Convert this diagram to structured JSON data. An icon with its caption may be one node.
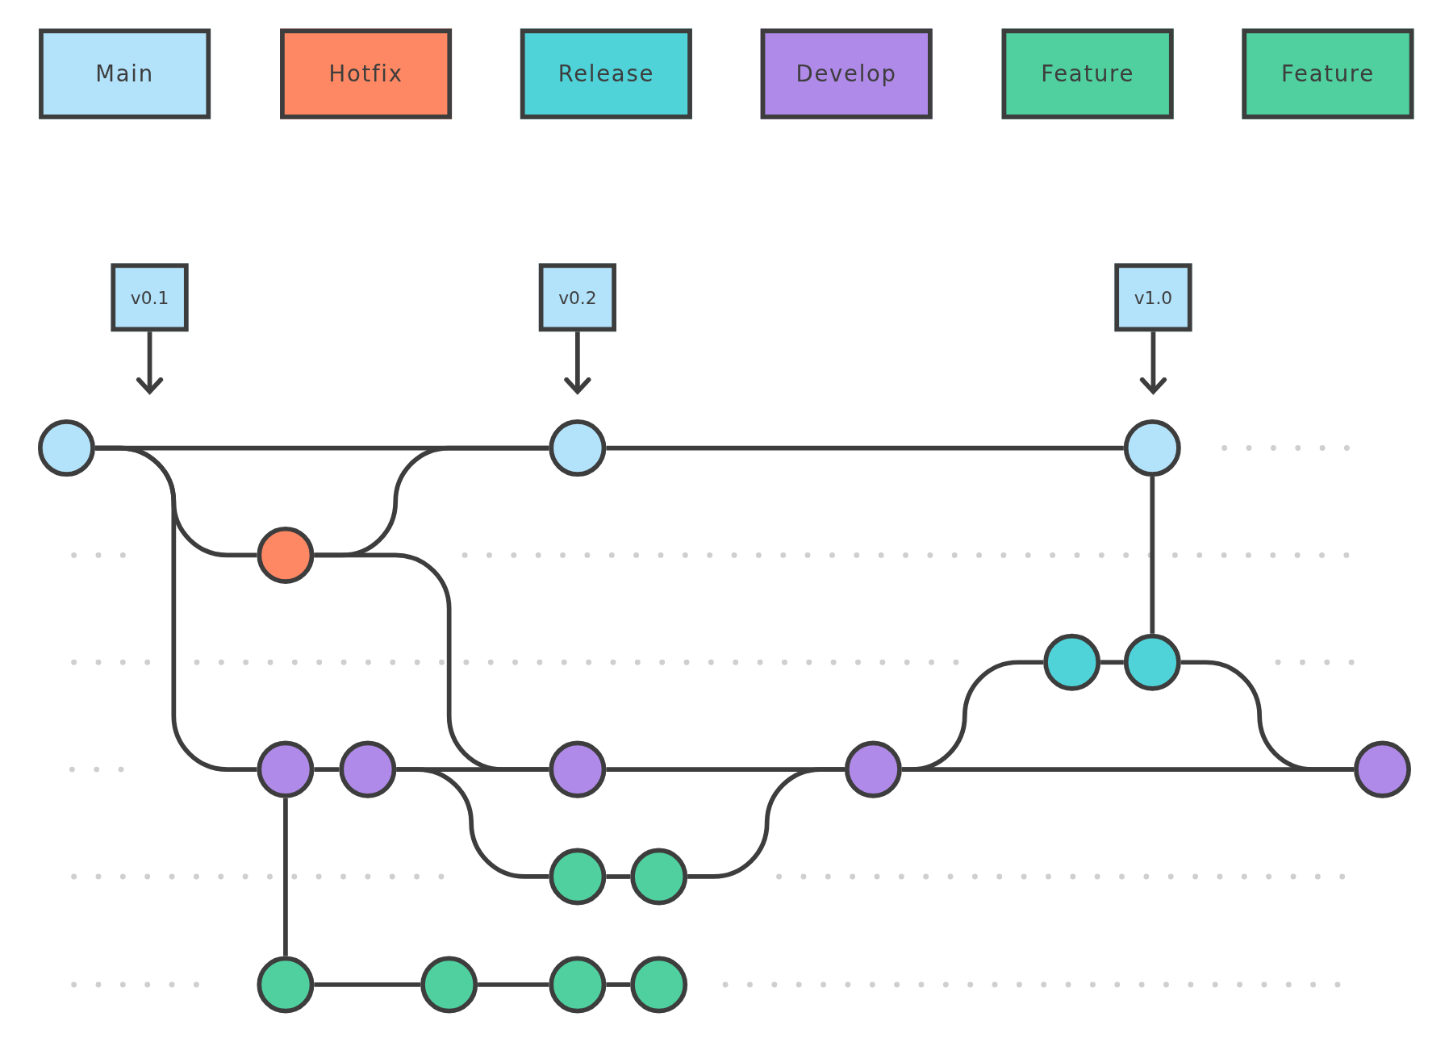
{
  "diagram": {
    "nodes": [
      {
        "text": [
          "v0.1"
        ]
      },
      {
        "text": [
          "v0.2"
        ]
      },
      {
        "text": [
          "v1.0"
        ]
      },
      {
        "text": [],
        "shape": "circle"
      },
      {
        "text": [],
        "shape": "circle"
      },
      {
        "text": [],
        "shape": "circle"
      },
      {
        "text": [],
        "shape": "circle"
      },
      {
        "text": [],
        "shape": "circle"
      },
      {
        "text": [],
        "shape": "circle"
      },
      {
        "text": [],
        "shape": "circle"
      },
      {
        "text": [],
        "shape": "circle"
      },
      {
        "text": [],
        "shape": "circle"
      },
      {
        "text": [],
        "shape": "circle"
      },
      {
        "text": [],
        "shape": "circle"
      },
      {
        "text": [],
        "shape": "circle"
      },
      {
        "text": [],
        "shape": "circle"
      },
      {
        "text": [],
        "shape": "circle"
      },
      {
        "text": [],
        "shape": "circle"
      },
      {
        "text": [],
        "shape": "circle"
      },
      {
        "text": [],
        "shape": "circle"
      }
    ],
    "edges": [
      {
        "from": 3,
        "to": 4,
        "arrow": "none"
      },
      {
        "from": 3,
        "to": 6,
        "arrow": "none"
      },
      {
        "from": 3,
        "to": 9,
        "arrow": "none"
      },
      {
        "from": 6,
        "to": 4,
        "arrow": "none"
      },
      {
        "from": 6,
        "to": 11,
        "arrow": "none"
      },
      {
        "from": 4,
        "to": 5,
        "arrow": "none"
      },
      {
        "from": 8,
        "to": 5,
        "arrow": "none"
      },
      {
        "from": 9,
        "to": 10,
        "arrow": "none"
      },
      {
        "from": 10,
        "to": 11,
        "arrow": "none"
      },
      {
        "from": 11,
        "to": 12,
        "arrow": "none"
      },
      {
        "from": 12,
        "to": 13,
        "arrow": "none"
      },
      {
        "from": 9,
        "to": 16,
        "arrow": "none"
      },
      {
        "from": 10,
        "to": 14,
        "arrow": "none"
      },
      {
        "from": 15,
        "to": 12,
        "arrow": "none"
      },
      {
        "from": 12,
        "to": 7,
        "arrow": "none"
      },
      {
        "from": 7,
        "to": 8,
        "arrow": "none"
      },
      {
        "from": 8,
        "to": 13,
        "arrow": "none"
      },
      {
        "from": 14,
        "to": 15,
        "arrow": "none"
      },
      {
        "from": 16,
        "to": 17,
        "arrow": "none"
      },
      {
        "from": 17,
        "to": 18,
        "arrow": "none"
      },
      {
        "from": 18,
        "to": 19,
        "arrow": "none"
      },
      {
        "from": 0,
        "to": null,
        "arrow": "to"
      },
      {
        "from": 1,
        "to": 4,
        "arrow": "to"
      },
      {
        "from": 2,
        "to": 5,
        "arrow": "to"
      }
    ],
    "legend": [
      {
        "text": "Main",
        "color": "#b3e3fb"
      },
      {
        "text": "Hotfix",
        "color": "#fe8863"
      },
      {
        "text": "Release",
        "color": "#4fd3d8"
      },
      {
        "text": "Develop",
        "color": "#b08ae8"
      },
      {
        "text": "Feature",
        "color": "#4fd09e"
      },
      {
        "text": "Feature",
        "color": "#4fd09e"
      }
    ]
  }
}
